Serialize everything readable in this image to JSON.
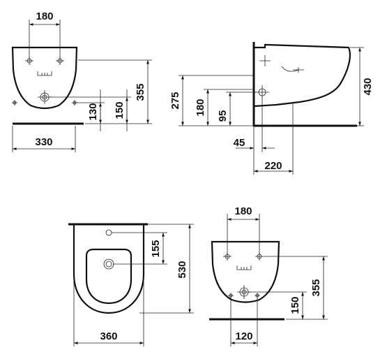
{
  "diagram": {
    "views": {
      "front_top": {
        "dims": {
          "width_top": "180",
          "width_bottom": "330",
          "h1": "130",
          "h2": "150",
          "h3": "355"
        }
      },
      "side": {
        "dims": {
          "h_275": "275",
          "h_180": "180",
          "h_95": "95",
          "h_430": "430",
          "w_45": "45",
          "w_220": "220"
        }
      },
      "plan": {
        "dims": {
          "v_155": "155",
          "v_530": "530",
          "w_360": "360"
        }
      },
      "front_bottom": {
        "dims": {
          "width_top": "180",
          "h_150": "150",
          "h_355": "355",
          "width_bottom": "120"
        }
      }
    }
  }
}
